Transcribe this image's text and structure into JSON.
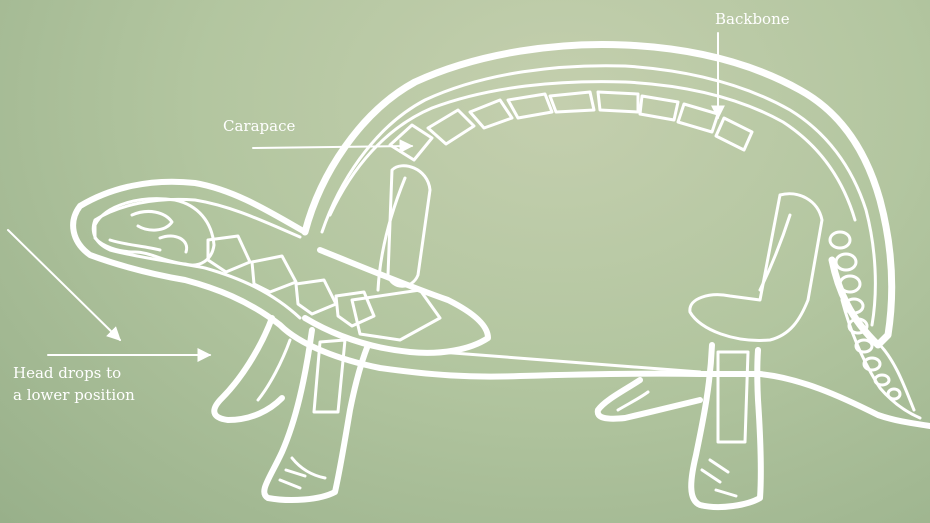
{
  "labels": {
    "backbone": "Backbone",
    "carapace": "Carapace",
    "head_line1": "Head drops to",
    "head_line2": "a lower position"
  },
  "colors": {
    "line": "#ffffff",
    "background_light": "#c4cfae",
    "background_dark": "#98b08a"
  }
}
